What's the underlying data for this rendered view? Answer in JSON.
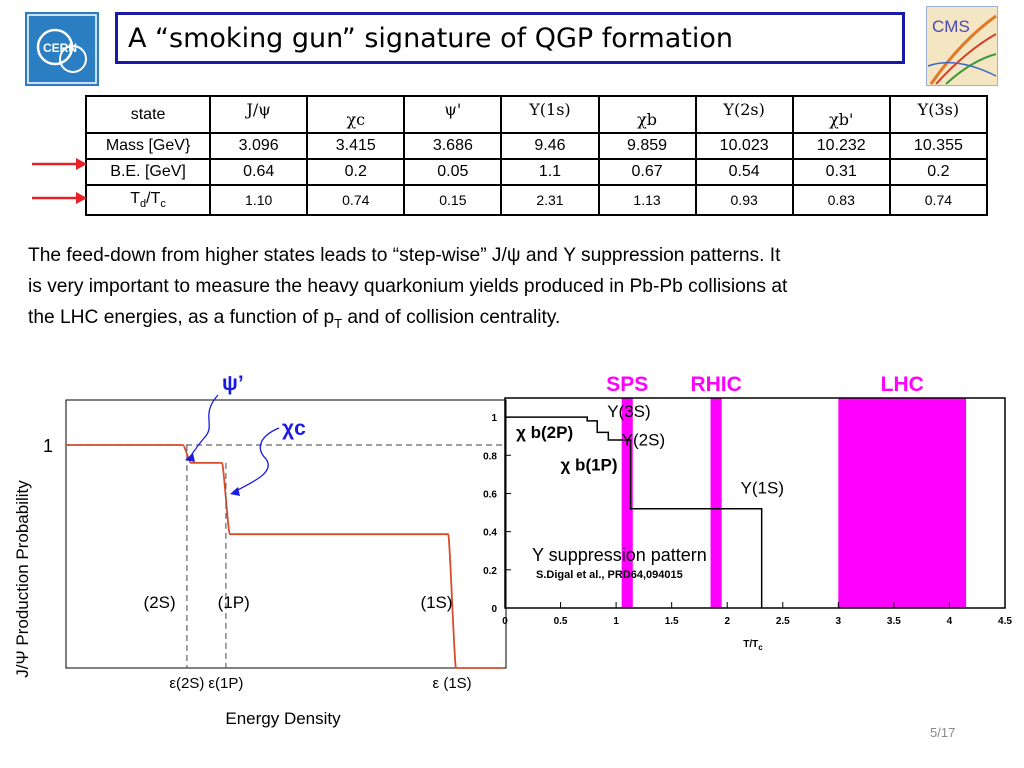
{
  "slide": {
    "title": "A “smoking gun” signature of QGP formation",
    "page_number": "5/17",
    "logos": {
      "left": "CERN",
      "right": "CMS"
    }
  },
  "table": {
    "header": [
      "state",
      "J/ψ",
      "χc",
      "ψ'",
      "Υ(1s)",
      "χb",
      "Υ(2s)",
      "χb'",
      "Υ(3s)"
    ],
    "rows": [
      {
        "label": "Mass [GeV}",
        "values": [
          "3.096",
          "3.415",
          "3.686",
          "9.46",
          "9.859",
          "10.023",
          "10.232",
          "10.355"
        ]
      },
      {
        "label": "B.E. [GeV]",
        "values": [
          "0.64",
          "0.2",
          "0.05",
          "1.1",
          "0.67",
          "0.54",
          "0.31",
          "0.2"
        ]
      },
      {
        "label": "Td/Tc",
        "values": [
          "1.10",
          "0.74",
          "0.15",
          "2.31",
          "1.13",
          "0.93",
          "0.83",
          "0.74"
        ]
      }
    ],
    "highlight_arrow_color": "#e8202a"
  },
  "paragraph": {
    "line1": "The feed-down from higher states leads to “step-wise” J/ψ and Υ suppression patterns.  It",
    "line2": "is very important to measure the heavy quarkonium yields produced in Pb-Pb collisions at",
    "line3_pre": "the LHC energies, as a function of p",
    "line3_sub": "T",
    "line3_post": " and of collision centrality."
  },
  "chart_data": [
    {
      "type": "line",
      "ylabel": "J/Ψ Production Probability",
      "xlabel": "Energy Density",
      "y_tick": "1",
      "x_ticks": [
        "ε(2S)",
        "ε(1P)",
        "ε (1S)"
      ],
      "region_labels": [
        "(2S)",
        "(1P)",
        "(1S)"
      ],
      "annotations": [
        "ψ’",
        "χc"
      ],
      "x": [
        0,
        0.3,
        0.32,
        0.4,
        0.42,
        0.98,
        1.0,
        1.12
      ],
      "y": [
        1.0,
        1.0,
        0.92,
        0.92,
        0.6,
        0.6,
        0.0,
        0.0
      ],
      "curve_color": "#d84c2c",
      "annotation_color": "#1a1ae0"
    },
    {
      "type": "line",
      "title": "Υ suppression pattern",
      "citation": "S.Digal et al., PRD64,094015",
      "xlabel": "T/Tc",
      "xlim": [
        0,
        4.5
      ],
      "ylim": [
        0,
        1.1
      ],
      "x_ticks": [
        "0",
        "0.5",
        "1",
        "1.5",
        "2",
        "2.5",
        "3",
        "3.5",
        "4",
        "4.5"
      ],
      "y_ticks": [
        "0",
        "0.2",
        "0.4",
        "0.6",
        "0.8",
        "1"
      ],
      "x": [
        0,
        0.74,
        0.74,
        0.83,
        0.83,
        0.93,
        0.93,
        1.13,
        1.13,
        2.31,
        2.31
      ],
      "y": [
        1.0,
        1.0,
        0.98,
        0.98,
        0.92,
        0.92,
        0.88,
        0.88,
        0.52,
        0.52,
        0.0
      ],
      "step_labels": [
        "Υ(3S)",
        "χ b(2P)",
        "Υ(2S)",
        "χ b(1P)",
        "Υ(1S)"
      ],
      "bands": [
        {
          "label": "SPS",
          "from": 1.05,
          "to": 1.15
        },
        {
          "label": "RHIC",
          "from": 1.85,
          "to": 1.95
        },
        {
          "label": "LHC",
          "from": 3.0,
          "to": 4.15
        }
      ],
      "band_color": "#ff00ff"
    }
  ]
}
